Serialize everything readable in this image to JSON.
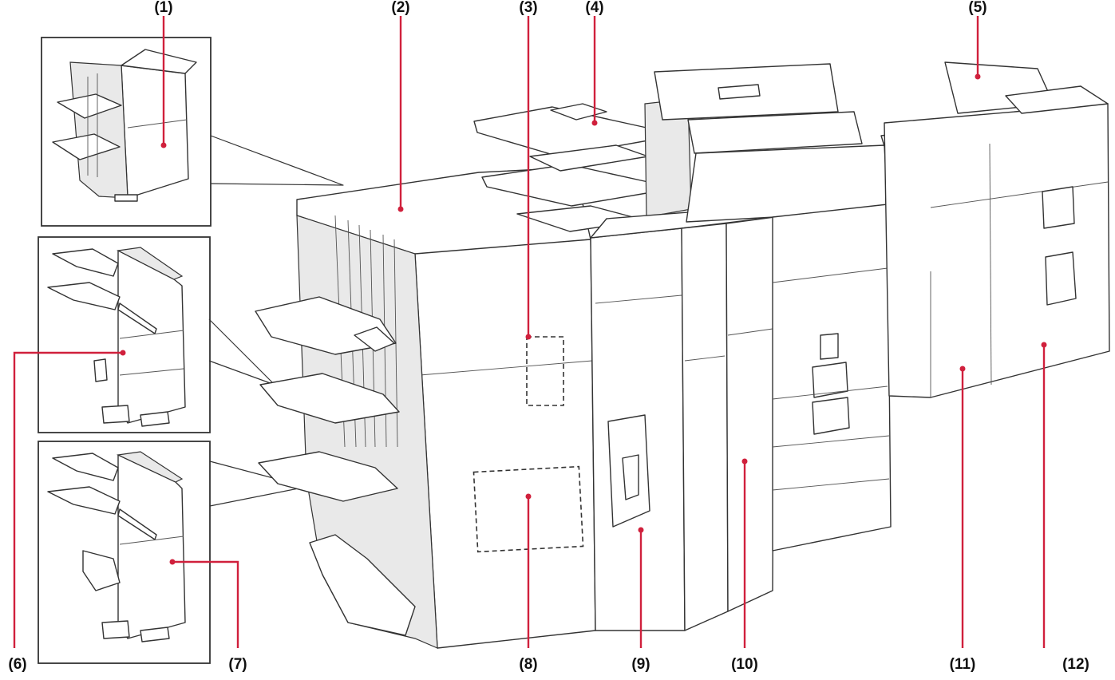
{
  "callouts": [
    {
      "id": "1",
      "label": "(1)"
    },
    {
      "id": "2",
      "label": "(2)"
    },
    {
      "id": "3",
      "label": "(3)"
    },
    {
      "id": "4",
      "label": "(4)"
    },
    {
      "id": "5",
      "label": "(5)"
    },
    {
      "id": "6",
      "label": "(6)"
    },
    {
      "id": "7",
      "label": "(7)"
    },
    {
      "id": "8",
      "label": "(8)"
    },
    {
      "id": "9",
      "label": "(9)"
    },
    {
      "id": "10",
      "label": "(10)"
    },
    {
      "id": "11",
      "label": "(11)"
    },
    {
      "id": "12",
      "label": "(12)"
    }
  ],
  "colors": {
    "leader_line": "#d0203c",
    "outline": "#333333",
    "label_text": "#111111"
  }
}
